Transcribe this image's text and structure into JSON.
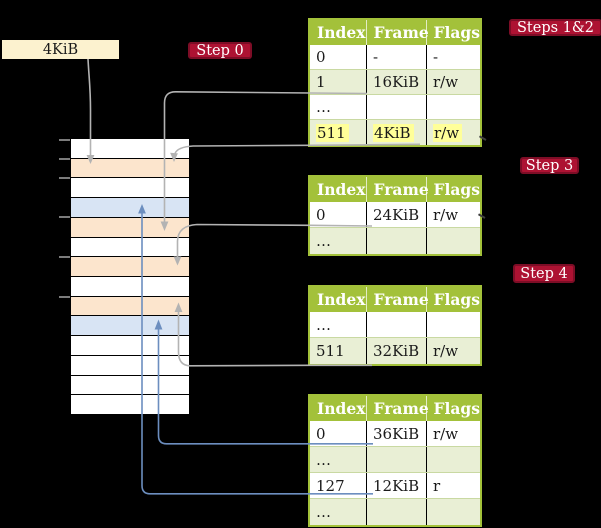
{
  "frame_label_box": {
    "label": "4KiB"
  },
  "steps": {
    "step0": {
      "label": "Step 0"
    },
    "steps12": {
      "label": "Steps 1&2"
    },
    "step3": {
      "label": "Step 3"
    },
    "step4": {
      "label": "Step 4"
    }
  },
  "memory": {
    "rows": [
      {
        "color": "white"
      },
      {
        "color": "orange"
      },
      {
        "color": "white"
      },
      {
        "color": "blue"
      },
      {
        "color": "orange"
      },
      {
        "color": "white"
      },
      {
        "color": "orange"
      },
      {
        "color": "white"
      },
      {
        "color": "orange"
      },
      {
        "color": "blue"
      },
      {
        "color": "white"
      },
      {
        "color": "white"
      },
      {
        "color": "white"
      },
      {
        "color": "white"
      }
    ],
    "ticks_y": [
      139,
      158,
      177,
      216,
      256,
      296
    ]
  },
  "tables": [
    {
      "headers": [
        "Index",
        "Frame",
        "Flags"
      ],
      "rows": [
        {
          "cells": [
            "0",
            "-",
            "-"
          ],
          "tint": false,
          "highlight": false
        },
        {
          "cells": [
            "1",
            "16KiB",
            "r/w"
          ],
          "tint": true,
          "highlight": false
        },
        {
          "cells": [
            "…",
            "",
            ""
          ],
          "tint": false,
          "highlight": false
        },
        {
          "cells": [
            "511",
            "4KiB",
            "r/w"
          ],
          "tint": true,
          "highlight": true
        }
      ]
    },
    {
      "headers": [
        "Index",
        "Frame",
        "Flags"
      ],
      "rows": [
        {
          "cells": [
            "0",
            "24KiB",
            "r/w"
          ],
          "tint": false,
          "highlight": false
        },
        {
          "cells": [
            "…",
            "",
            ""
          ],
          "tint": true,
          "highlight": false
        }
      ]
    },
    {
      "headers": [
        "Index",
        "Frame",
        "Flags"
      ],
      "rows": [
        {
          "cells": [
            "…",
            "",
            ""
          ],
          "tint": false,
          "highlight": false
        },
        {
          "cells": [
            "511",
            "32KiB",
            "r/w"
          ],
          "tint": true,
          "highlight": false
        }
      ]
    },
    {
      "headers": [
        "Index",
        "Frame",
        "Flags"
      ],
      "rows": [
        {
          "cells": [
            "0",
            "36KiB",
            "r/w"
          ],
          "tint": false,
          "highlight": false
        },
        {
          "cells": [
            "…",
            "",
            ""
          ],
          "tint": true,
          "highlight": false
        },
        {
          "cells": [
            "127",
            "12KiB",
            "r"
          ],
          "tint": false,
          "highlight": false
        },
        {
          "cells": [
            "…",
            "",
            ""
          ],
          "tint": true,
          "highlight": false
        }
      ]
    }
  ],
  "arrows": [
    {
      "id": "label-box-to-frame-4kib",
      "color": "gray"
    },
    {
      "id": "pt1-entry1-to-frame-16kib",
      "color": "gray"
    },
    {
      "id": "pt1-entry511-to-frame-4kib",
      "color": "gray"
    },
    {
      "id": "pt2-entry0-to-frame-24kib",
      "color": "gray"
    },
    {
      "id": "pt3-entry511-to-frame-32kib",
      "color": "gray"
    },
    {
      "id": "pt4-entry0-to-frame-36kib",
      "color": "blue"
    },
    {
      "id": "pt4-entry127-to-frame-12kib",
      "color": "blue"
    }
  ],
  "colors": {
    "header_green": "#a3c13a",
    "row_green": "#e9efd5",
    "row_orange": "#fce5cd",
    "row_blue": "#d8e4f4",
    "box_cream": "#fcf2cf",
    "badge_red": "#ad1232",
    "badge_border": "#7d0d26",
    "highlight_yellow": "#ffff99",
    "arrow_gray": "#b3b3b3",
    "arrow_blue": "#6c8ebf"
  }
}
